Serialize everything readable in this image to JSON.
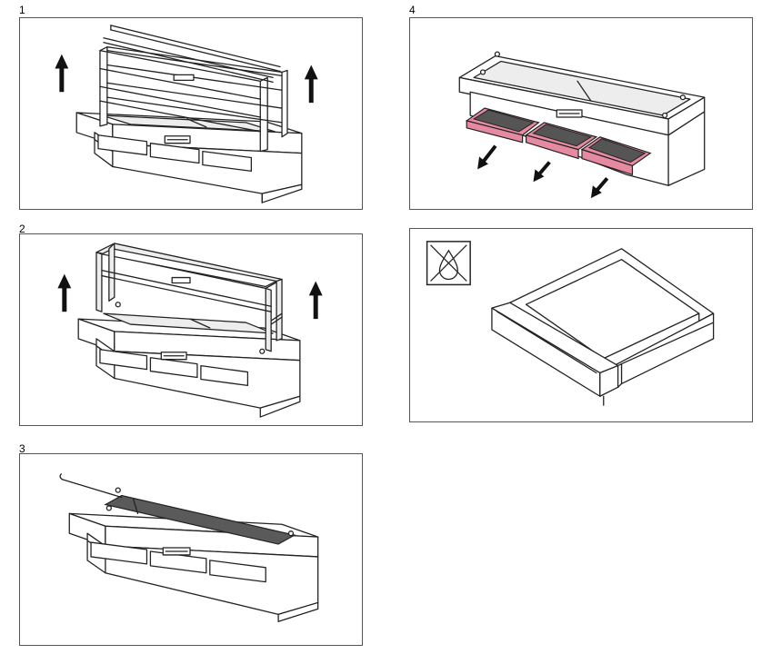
{
  "steps": [
    {
      "id": "1",
      "label": "1"
    },
    {
      "id": "2",
      "label": "2"
    },
    {
      "id": "3",
      "label": "3"
    },
    {
      "id": "4",
      "label": "4"
    }
  ],
  "colors": {
    "drawer_highlight": "#e58aa0",
    "mesh": "#5a5a5a",
    "line": "#222222",
    "frame": "#b5b5b5"
  },
  "icons": {
    "no_dishwasher": "crossed-water-drop-icon"
  }
}
